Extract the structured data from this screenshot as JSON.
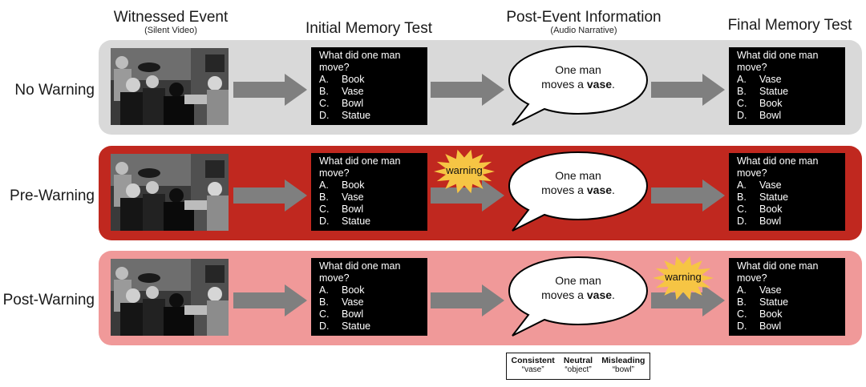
{
  "columns": [
    {
      "title": "Witnessed Event",
      "subtitle": "(Silent Video)"
    },
    {
      "title": "Initial Memory Test",
      "subtitle": ""
    },
    {
      "title": "Post-Event Information",
      "subtitle": "(Audio Narrative)"
    },
    {
      "title": "Final Memory Test",
      "subtitle": ""
    }
  ],
  "colors": {
    "no_warning_panel": "#d9d9d9",
    "pre_warning_panel": "#c0281f",
    "post_warning_panel": "#f09999",
    "arrow": "#7f7f7f",
    "burst_fill": "#f6c544",
    "question_box": "#000000"
  },
  "video_icon": "film-still-image",
  "warning_label": "warning",
  "rows": [
    {
      "label": "No Warning",
      "warning_position": "none",
      "initial_test": {
        "question_line1": "What did one man",
        "question_line2": "move?",
        "options": [
          {
            "letter": "A.",
            "text": "Book"
          },
          {
            "letter": "B.",
            "text": "Vase"
          },
          {
            "letter": "C.",
            "text": "Bowl"
          },
          {
            "letter": "D.",
            "text": "Statue"
          }
        ]
      },
      "narrative": {
        "line1": "One man",
        "line2_prefix": "moves a ",
        "keyword": "vase",
        "suffix": "."
      },
      "final_test": {
        "question_line1": "What did one man",
        "question_line2": "move?",
        "options": [
          {
            "letter": "A.",
            "text": "Vase"
          },
          {
            "letter": "B.",
            "text": "Statue"
          },
          {
            "letter": "C.",
            "text": "Book"
          },
          {
            "letter": "D.",
            "text": "Bowl"
          }
        ]
      }
    },
    {
      "label": "Pre-Warning",
      "warning_position": "before-narrative",
      "initial_test": {
        "question_line1": "What did one man",
        "question_line2": "move?",
        "options": [
          {
            "letter": "A.",
            "text": "Book"
          },
          {
            "letter": "B.",
            "text": "Vase"
          },
          {
            "letter": "C.",
            "text": "Bowl"
          },
          {
            "letter": "D.",
            "text": "Statue"
          }
        ]
      },
      "narrative": {
        "line1": "One man",
        "line2_prefix": "moves a ",
        "keyword": "vase",
        "suffix": "."
      },
      "final_test": {
        "question_line1": "What did one man",
        "question_line2": "move?",
        "options": [
          {
            "letter": "A.",
            "text": "Vase"
          },
          {
            "letter": "B.",
            "text": "Statue"
          },
          {
            "letter": "C.",
            "text": "Book"
          },
          {
            "letter": "D.",
            "text": "Bowl"
          }
        ]
      }
    },
    {
      "label": "Post-Warning",
      "warning_position": "after-narrative",
      "initial_test": {
        "question_line1": "What did one man",
        "question_line2": "move?",
        "options": [
          {
            "letter": "A.",
            "text": "Book"
          },
          {
            "letter": "B.",
            "text": "Vase"
          },
          {
            "letter": "C.",
            "text": "Bowl"
          },
          {
            "letter": "D.",
            "text": "Statue"
          }
        ]
      },
      "narrative": {
        "line1": "One man",
        "line2_prefix": "moves a ",
        "keyword": "vase",
        "suffix": "."
      },
      "final_test": {
        "question_line1": "What did one man",
        "question_line2": "move?",
        "options": [
          {
            "letter": "A.",
            "text": "Vase"
          },
          {
            "letter": "B.",
            "text": "Statue"
          },
          {
            "letter": "C.",
            "text": "Book"
          },
          {
            "letter": "D.",
            "text": "Bowl"
          }
        ]
      }
    }
  ],
  "legend": [
    {
      "title": "Consistent",
      "example": "“vase”"
    },
    {
      "title": "Neutral",
      "example": "“object”"
    },
    {
      "title": "Misleading",
      "example": "“bowl”"
    }
  ]
}
